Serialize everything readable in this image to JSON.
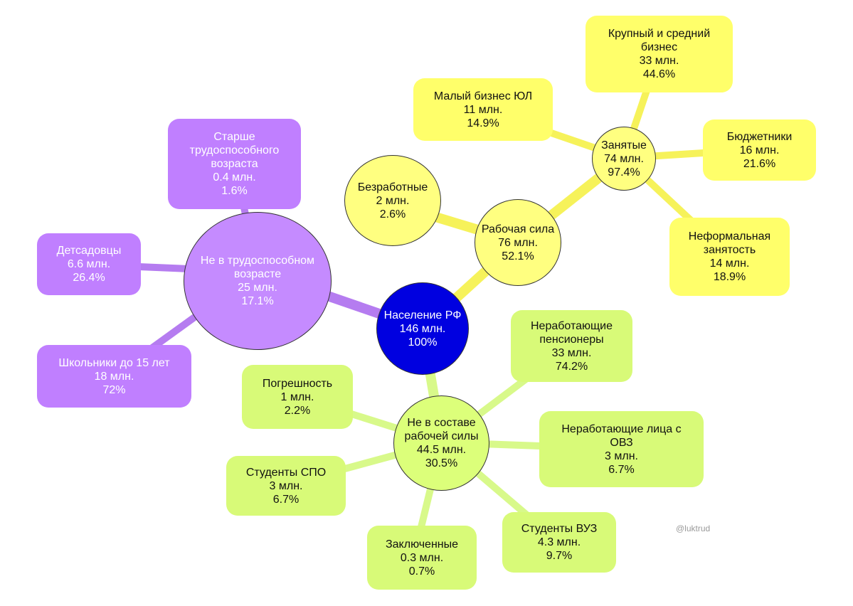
{
  "colors": {
    "root": "#0000e0",
    "labor_branch": "#ffff80",
    "not_working_age_branch": "#c58bff",
    "not_in_labor_branch": "#dcff7a",
    "connector_labor": "#f6f25a",
    "connector_not_working_age": "#b57cf0",
    "connector_not_in_labor": "#d8f98a"
  },
  "root": {
    "name": "Население РФ",
    "value": "146 млн.",
    "share": "100%"
  },
  "labor_force": {
    "name": "Рабочая сила",
    "value": "76 млн.",
    "share": "52.1%"
  },
  "unemployed": {
    "name": "Безработные",
    "value": "2 млн.",
    "share": "2.6%"
  },
  "employed": {
    "name": "Занятые",
    "value": "74 млн.",
    "share": "97.4%"
  },
  "small_business": {
    "name": "Малый бизнес ЮЛ",
    "value": "11 млн.",
    "share": "14.9%"
  },
  "big_business": {
    "name": "Крупный и средний бизнес",
    "value": "33 млн.",
    "share": "44.6%"
  },
  "public_sector": {
    "name": "Бюджетники",
    "value": "16 млн.",
    "share": "21.6%"
  },
  "informal": {
    "name": "Неформальная занятость",
    "value": "14 млн.",
    "share": "18.9%"
  },
  "not_working_age": {
    "name": "Не в трудоспособном возрасте",
    "value": "25 млн.",
    "share": "17.1%"
  },
  "older": {
    "name": "Старше трудоспособного возраста",
    "value": "0.4 млн.",
    "share": "1.6%"
  },
  "kindergarten": {
    "name": "Детсадовцы",
    "value": "6.6 млн.",
    "share": "26.4%"
  },
  "schoolchildren": {
    "name": "Школьники до 15 лет",
    "value": "18 млн.",
    "share": "72%"
  },
  "not_in_labor": {
    "name": "Не в составе рабочей силы",
    "value": "44.5 млн.",
    "share": "30.5%"
  },
  "error_margin": {
    "name": "Погрешность",
    "value": "1 млн.",
    "share": "2.2%"
  },
  "pensioners": {
    "name": "Неработающие пенсионеры",
    "value": "33 млн.",
    "share": "74.2%"
  },
  "disabled": {
    "name": "Неработающие лица с ОВЗ",
    "value": "3 млн.",
    "share": "6.7%"
  },
  "students_spo": {
    "name": "Студенты СПО",
    "value": "3 млн.",
    "share": "6.7%"
  },
  "prisoners": {
    "name": "Заключенные",
    "value": "0.3 млн.",
    "share": "0.7%"
  },
  "students_vuz": {
    "name": "Студенты ВУЗ",
    "value": "4.3 млн.",
    "share": "9.7%"
  },
  "watermark": "@luktrud"
}
